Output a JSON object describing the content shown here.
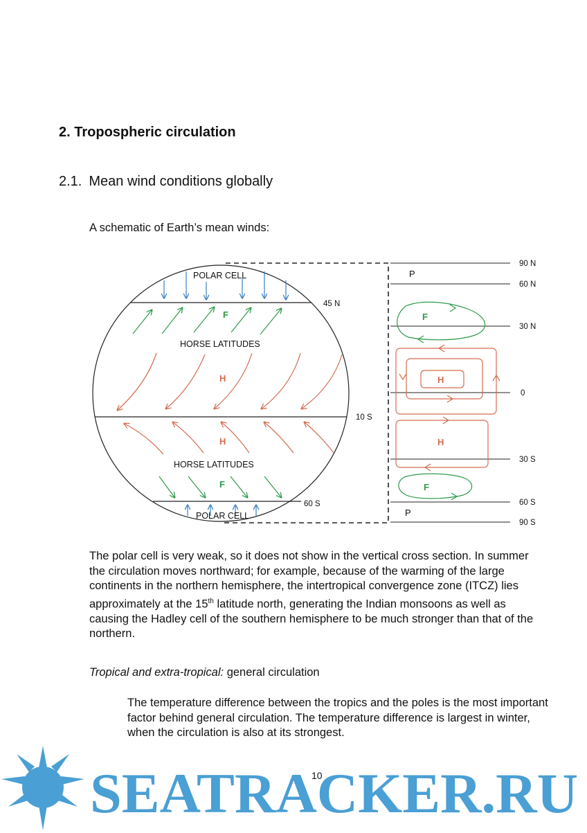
{
  "heading": "2. Tropospheric circulation",
  "subheading": {
    "number": "2.1.",
    "title": "Mean wind conditions globally"
  },
  "intro": "A schematic of Earth’s mean winds:",
  "diagram": {
    "polar_top": "POLAR CELL",
    "polar_bottom": "POLAR CELL",
    "horse_north": "HORSE LATITUDES",
    "horse_south": "HORSE LATITUDES",
    "lat_45n": "45 N",
    "lat_10s": "10 S",
    "lat_60s": "60 S",
    "cell_f": "F",
    "cell_h": "H",
    "cell_p": "P",
    "axis": [
      "90 N",
      "60 N",
      "30 N",
      "0",
      "30 S",
      "60 S",
      "90 S"
    ],
    "colors": {
      "polar": "#3a7fc0",
      "ferrel": "#2e9a4a",
      "hadley": "#d46a50"
    }
  },
  "paragraph": {
    "before_sup": "The polar cell is very weak, so it does not show in the vertical cross section. In summer the circulation moves northward; for example, because of the warming of the large continents in the northern hemisphere, the intertropical convergence zone (ITCZ) lies approximately at the 15",
    "sup": "th",
    "after_sup": " latitude north, generating the Indian monsoons as well as causing the Hadley cell of the southern hemisphere to be much stronger than that of the northern."
  },
  "subsection": {
    "italic": "Tropical and extra-tropical:",
    "rest": " general circulation"
  },
  "paragraph2": "The temperature difference between the tropics and the poles is the most important factor behind general circulation. The temperature difference is largest in winter, when the circulation is also at its strongest.",
  "page_number": "10",
  "watermark": {
    "text": "SEATRACKER.RU",
    "color": "#4a9fd4"
  }
}
